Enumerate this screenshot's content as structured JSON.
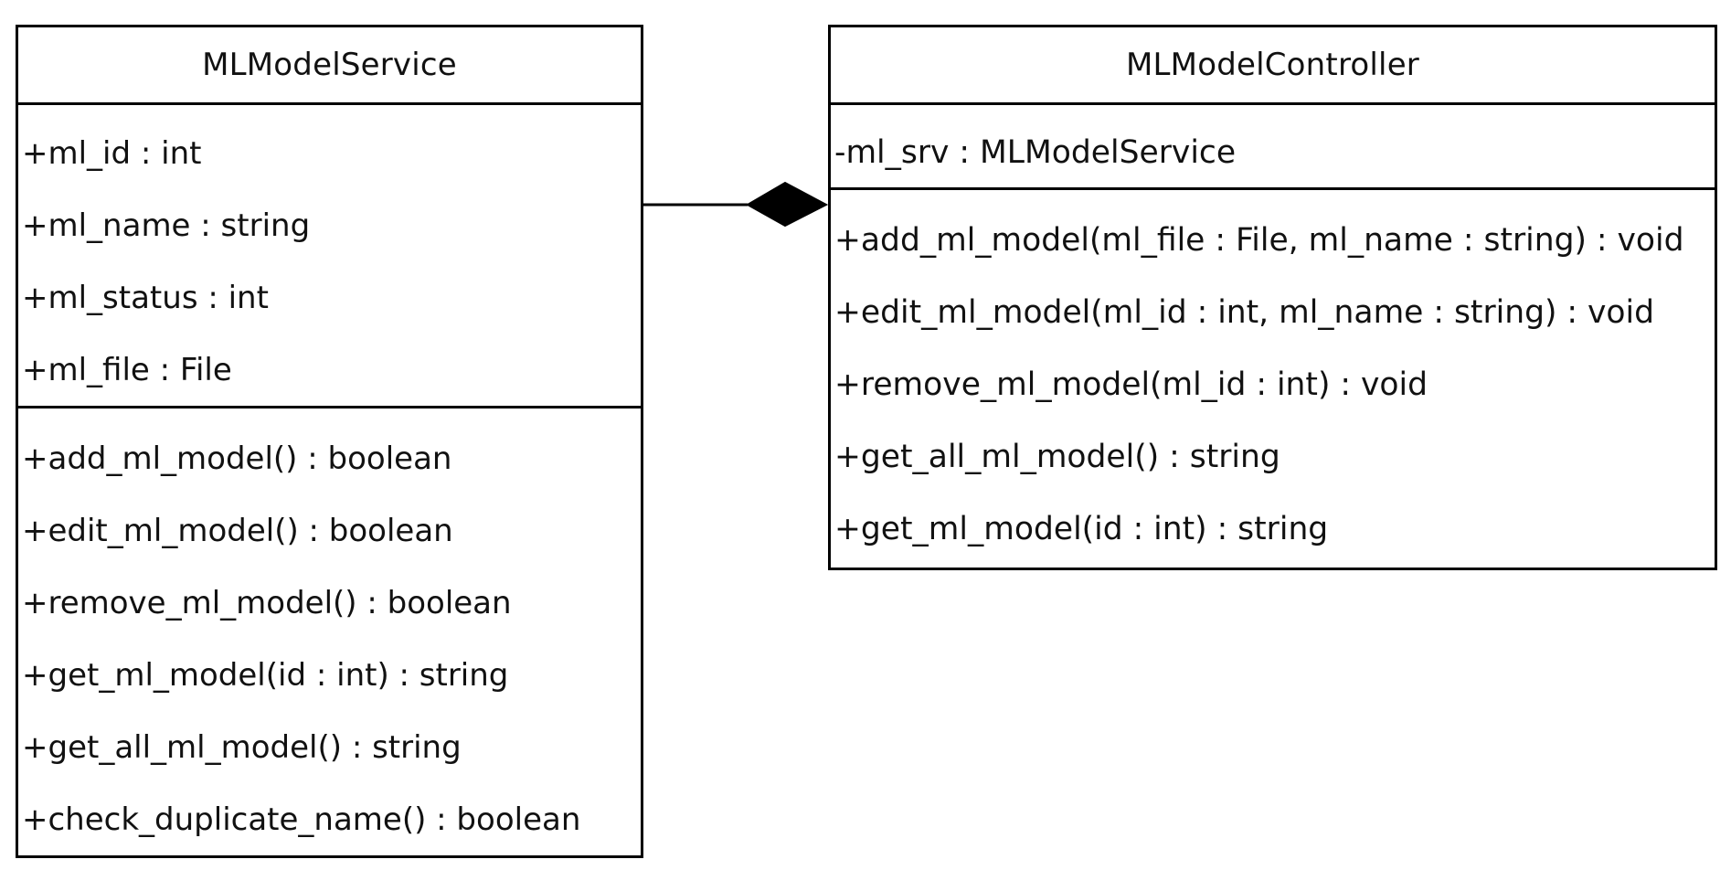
{
  "diagram": {
    "classes": [
      {
        "name": "MLModelService",
        "attributes": [
          "+ml_id : int",
          "+ml_name : string",
          "+ml_status : int",
          "+ml_file : File"
        ],
        "operations": [
          "+add_ml_model() : boolean",
          "+edit_ml_model() : boolean",
          "+remove_ml_model() : boolean",
          "+get_ml_model(id : int) : string",
          "+get_all_ml_model() : string",
          "+check_duplicate_name() : boolean"
        ]
      },
      {
        "name": "MLModelController",
        "attributes": [
          "-ml_srv : MLModelService"
        ],
        "operations": [
          "+add_ml_model(ml_file : File, ml_name : string) : void",
          "+edit_ml_model(ml_id : int, ml_name : string) : void",
          "+remove_ml_model(ml_id : int) : void",
          "+get_all_ml_model() : string",
          "+get_ml_model(id : int) : string"
        ]
      }
    ],
    "relationship": {
      "type": "composition",
      "whole": "MLModelController",
      "part": "MLModelService",
      "line_color": "#000000"
    }
  }
}
